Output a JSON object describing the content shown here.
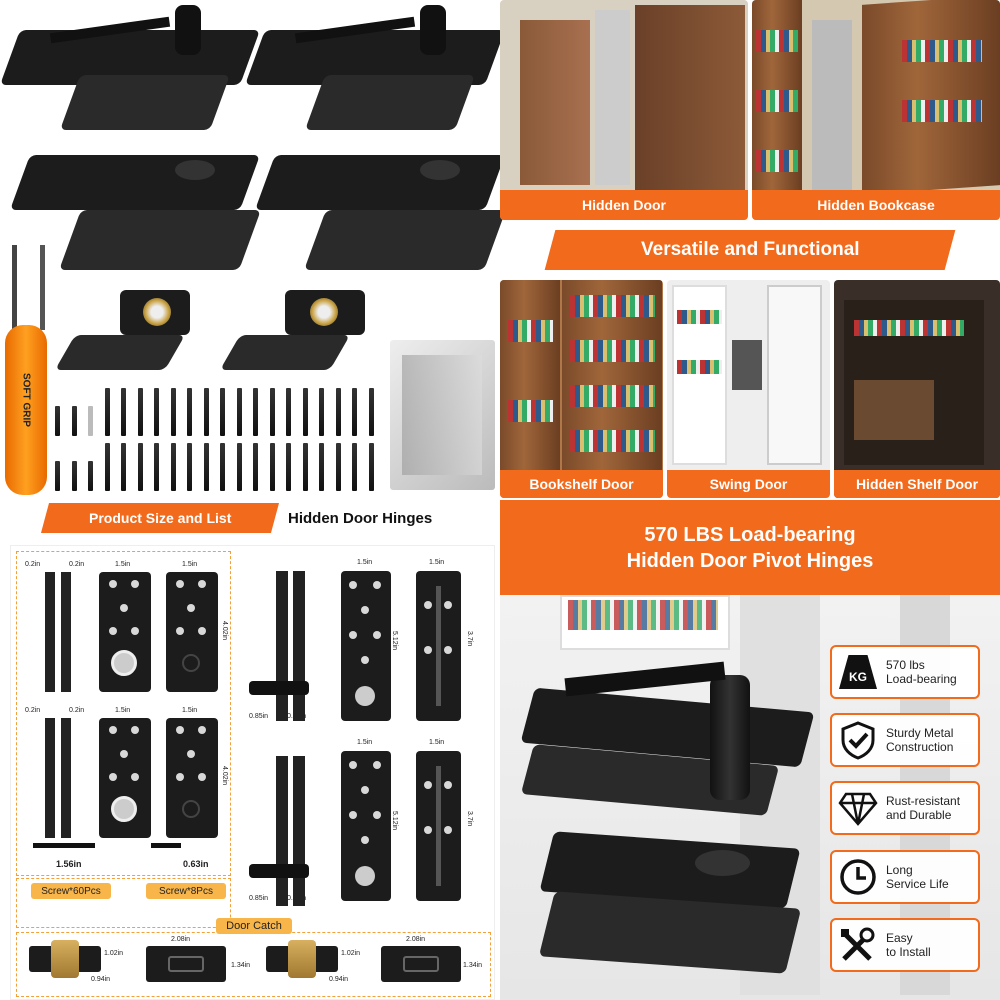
{
  "photos": {
    "hidden_door": "Hidden Door",
    "hidden_bookcase": "Hidden Bookcase",
    "versatile": "Versatile and Functional",
    "bookshelf_door": "Bookshelf Door",
    "swing_door": "Swing Door",
    "hidden_shelf_door": "Hidden Shelf Door"
  },
  "product": {
    "size_list": "Product Size and List",
    "title": "Hidden Door Hinges",
    "screwdriver_text": "SOFT GRIP"
  },
  "headline": {
    "line1": "570 LBS Load-bearing",
    "line2": "Hidden Door Pivot Hinges"
  },
  "features": [
    {
      "icon": "kg-weight-icon",
      "icon_text": "KG",
      "line1": "570 lbs",
      "line2": "Load-bearing"
    },
    {
      "icon": "shield-check-icon",
      "line1": "Sturdy Metal",
      "line2": "Construction"
    },
    {
      "icon": "diamond-icon",
      "line1": "Rust-resistant",
      "line2": "and Durable"
    },
    {
      "icon": "clock-icon",
      "line1": "Long",
      "line2": "Service Life"
    },
    {
      "icon": "tools-icon",
      "line1": "Easy",
      "line2": "to Install"
    }
  ],
  "dimensions": {
    "d02": "0.2in",
    "d15": "1.5in",
    "d402": "4.02in",
    "d512": "5.12in",
    "d37": "3.7in",
    "d085": "0.85in",
    "screw1_len": "1.56in",
    "screw2_len": "0.63in",
    "screw1_label": "Screw*60Pcs",
    "screw2_label": "Screw*8Pcs",
    "door_catch": "Door Catch",
    "d102": "1.02in",
    "d094": "0.94in",
    "d208": "2.08in",
    "d134": "1.34in"
  },
  "colors": {
    "accent": "#f26a1b",
    "plate": "#1c1c1c"
  }
}
